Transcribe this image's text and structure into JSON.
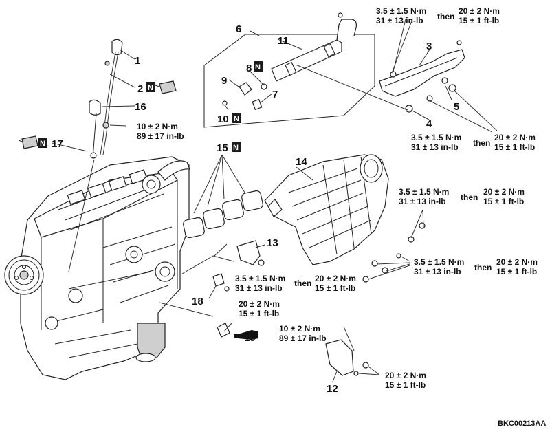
{
  "diagram": {
    "code": "BKC00213AA",
    "callouts": {
      "c1": "1",
      "c2": "2",
      "c3": "3",
      "c4": "4",
      "c5": "5",
      "c6": "6",
      "c7": "7",
      "c8": "8",
      "c9": "9",
      "c10": "10",
      "c11": "11",
      "c12": "12",
      "c13": "13",
      "c14": "14",
      "c15": "15",
      "c16": "16",
      "c17": "17",
      "c18": "18",
      "c19": "19"
    },
    "badge_letter": "N",
    "torque": {
      "t35_nm": "3.5 ± 1.5 N·m",
      "t31_inlb": "31 ± 13 in-lb",
      "then": "then",
      "t20_nm": "20 ± 2 N·m",
      "t15_ftlb": "15 ± 1 ft-lb",
      "t10_nm": "10 ± 2 N·m",
      "t89_inlb": "89 ± 17 in-lb"
    }
  }
}
